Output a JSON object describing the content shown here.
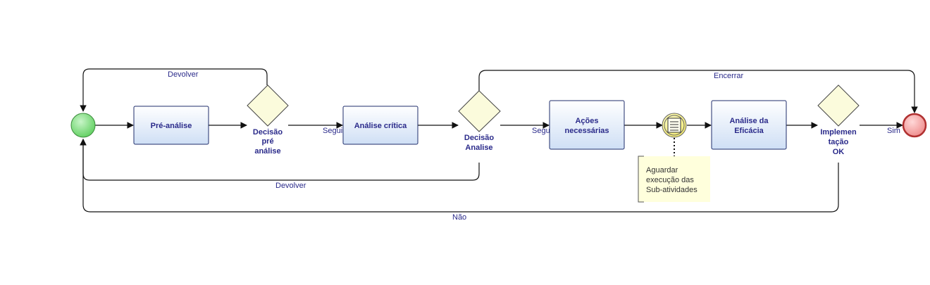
{
  "tasks": {
    "pre_analise": "Pré-análise",
    "analise_critica": "Análise crítica",
    "acoes_line1": "Ações",
    "acoes_line2": "necessárias",
    "eficacia_line1": "Análise da",
    "eficacia_line2": "Eficácia"
  },
  "gateways": {
    "decisao_pre": [
      "Decisão",
      "pré",
      "análise"
    ],
    "decisao_analise": [
      "Decisão",
      "Analise"
    ],
    "implementacao": [
      "Implemen",
      "tação",
      "OK"
    ]
  },
  "edges": {
    "devolver_top": "Devolver",
    "devolver_bottom": "Devolver",
    "seguir_1": "Seguir",
    "seguir_2": "Seguir",
    "encerrar": "Encerrar",
    "sim": "Sim",
    "nao": "Não"
  },
  "annotation": [
    "Aguardar",
    "execução das",
    "Sub-atividades"
  ],
  "colors": {
    "start_event": "#8ee08e",
    "end_event": "#f2a0a0",
    "gateway_fill": "#fbfbdc",
    "task_fill_top": "#ffffff",
    "task_fill_bottom": "#cfdff5",
    "label_text": "#2a2a8a"
  }
}
